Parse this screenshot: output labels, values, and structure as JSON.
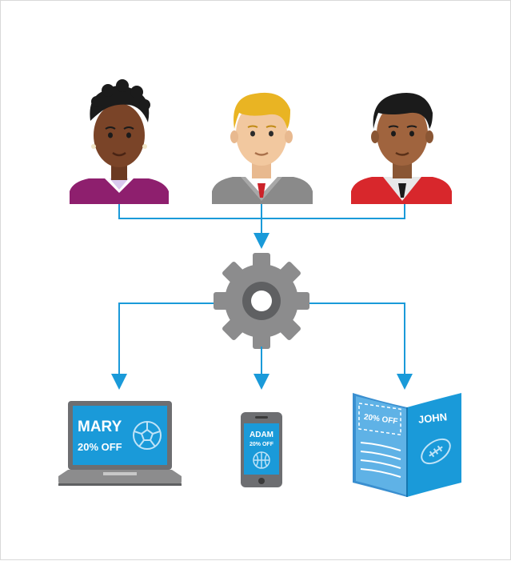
{
  "people": [
    {
      "id": "mary",
      "shirt_color": "#8e1f6e"
    },
    {
      "id": "adam",
      "shirt_color": "#8a8a8a"
    },
    {
      "id": "john",
      "shirt_color": "#d8272c"
    }
  ],
  "engine": {
    "icon": "gear-icon",
    "color": "#8c8c8d"
  },
  "devices": {
    "laptop": {
      "name": "MARY",
      "offer": "20% OFF",
      "icon": "soccer-ball-icon"
    },
    "phone": {
      "name": "ADAM",
      "offer": "20% OFF",
      "icon": "basketball-icon"
    },
    "magazine": {
      "name": "JOHN",
      "coupon": "20% OFF",
      "icon": "football-icon"
    }
  },
  "colors": {
    "arrow": "#1a9ad9",
    "screen": "#1a9ad9",
    "device_frame": "#6d6e71"
  }
}
